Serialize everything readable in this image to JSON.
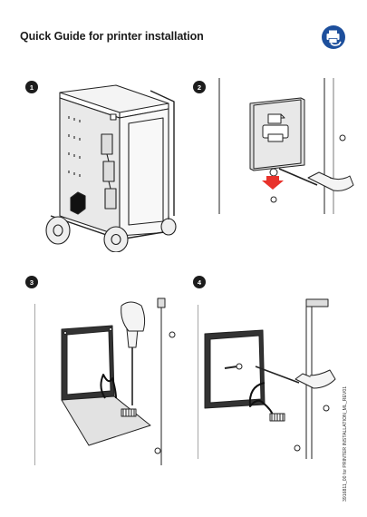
{
  "header": {
    "title": "Quick Guide for printer installation",
    "logo_icon": "printer-hand-logo-icon",
    "logo_color": "#1d4f9c"
  },
  "steps": [
    {
      "number": "1",
      "illustration": "service-cart-with-printer-bay-icon"
    },
    {
      "number": "2",
      "illustration": "remove-printer-cover-screw-icon"
    },
    {
      "number": "3",
      "illustration": "open-cover-disconnect-cable-icon"
    },
    {
      "number": "4",
      "illustration": "remove-frame-screw-icon"
    }
  ],
  "accent_color": "#e8322b",
  "footer": {
    "doc_code": "3916811_00 for PRINTER INSTALLATION_ML_REV01"
  }
}
